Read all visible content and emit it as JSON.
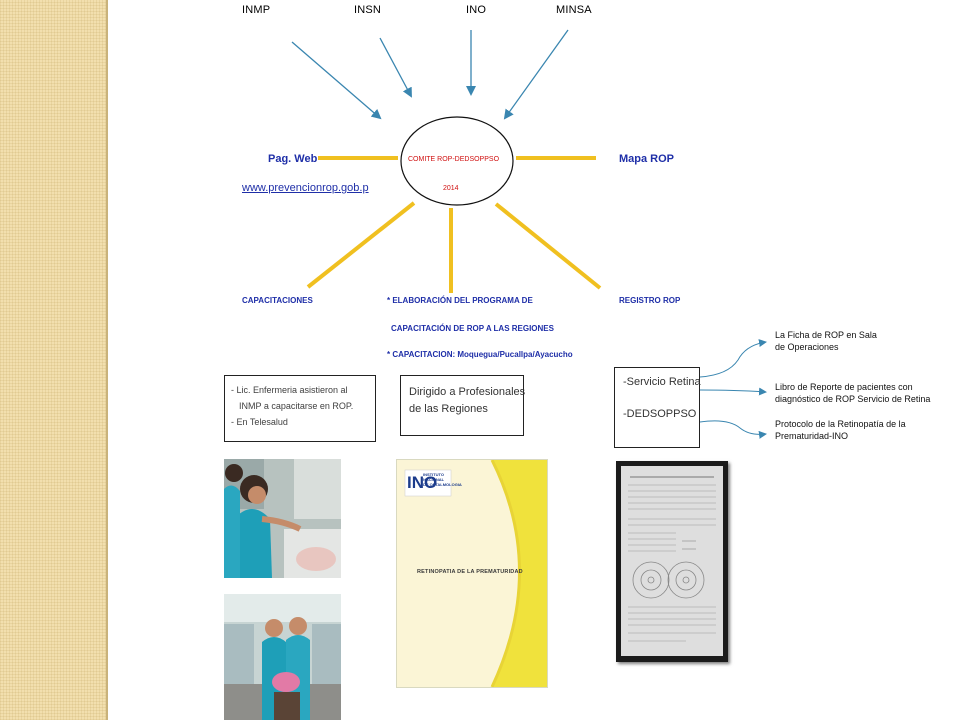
{
  "sources": [
    "INMP",
    "INSN",
    "INO",
    "MINSA"
  ],
  "center": {
    "title": "COMITE ROP-DEDSOPPSO",
    "year": "2014"
  },
  "left_label": "Pag. Web",
  "link": "www.prevencionrop.gob.p",
  "right_label": "Mapa ROP",
  "bottom": {
    "capacitaciones": "CAPACITACIONES",
    "elaboracion_1": "* ELABORACIÓN DEL PROGRAMA DE",
    "elaboracion_2": "CAPACITACIÓN DE ROP A LAS REGIONES",
    "capacitacion": "* CAPACITACION: Moquegua/Pucallpa/Ayacucho",
    "registro": "REGISTRO ROP"
  },
  "box_left": {
    "line1": "- Lic. Enfermeria asistieron al",
    "line2": "INMP a capacitarse en ROP.",
    "line3": "- En Telesalud"
  },
  "box_mid": {
    "line1": "Dirigido a Profesionales",
    "line2": "de las Regiones"
  },
  "box_right": {
    "line1": "-Servicio Retina",
    "line2": "-DEDSOPPSO"
  },
  "notes": [
    {
      "line1": "La Ficha de ROP en Sala",
      "line2": "de Operaciones"
    },
    {
      "line1": "Libro de Reporte de pacientes con",
      "line2": "diagnóstico de ROP Servicio de    Retina"
    },
    {
      "line1": "Protocolo de la Retinopatía de la",
      "line2": "Prematuridad-INO"
    }
  ],
  "book": {
    "logo": "INO",
    "institute_1": "INSTITUTO",
    "institute_2": "NACIONAL",
    "institute_3": "DE OFTALMOLOGIA",
    "title": "RETINOPATIA DE LA PREMATURIDAD"
  },
  "colors": {
    "arrow": "#3a86b0",
    "spoke": "#f0c020",
    "text_blue": "#1f2fa8",
    "text_red": "#d01010",
    "strip": "#f2dfae"
  }
}
